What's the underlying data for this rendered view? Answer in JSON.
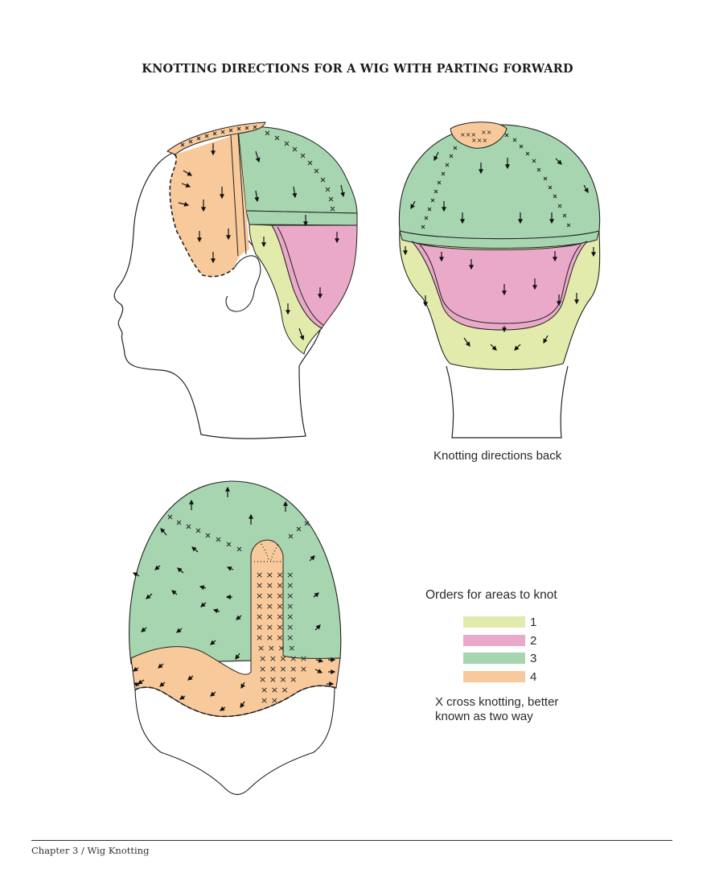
{
  "page": {
    "title": "KNOTTING DIRECTIONS FOR A WIG WITH PARTING FORWARD",
    "footer": "Chapter 3 / Wig Knotting"
  },
  "figures": {
    "side_view": {
      "label": "side-profile-head",
      "regions": [
        "front-hairline (4)",
        "crown-top (3)",
        "nape-sides (1)",
        "nape-center (2)"
      ]
    },
    "back_view": {
      "caption": "Knotting directions back"
    },
    "top_view": {
      "label": "top-view-head",
      "regions": [
        "crown (3)",
        "parting + front hairline (4)"
      ]
    }
  },
  "legend": {
    "title": "Orders for areas to knot",
    "items": [
      {
        "number": "1",
        "color": "#e2ebab"
      },
      {
        "number": "2",
        "color": "#eaa9c9"
      },
      {
        "number": "3",
        "color": "#a6d5b0"
      },
      {
        "number": "4",
        "color": "#f8c99a"
      }
    ],
    "note_line1": "X cross knotting, better",
    "note_line2": "known as two way"
  },
  "colors": {
    "area1": "#e2ebab",
    "area2": "#eaa9c9",
    "area3": "#a6d5b0",
    "area4": "#f8c99a",
    "outline": "#222222"
  }
}
